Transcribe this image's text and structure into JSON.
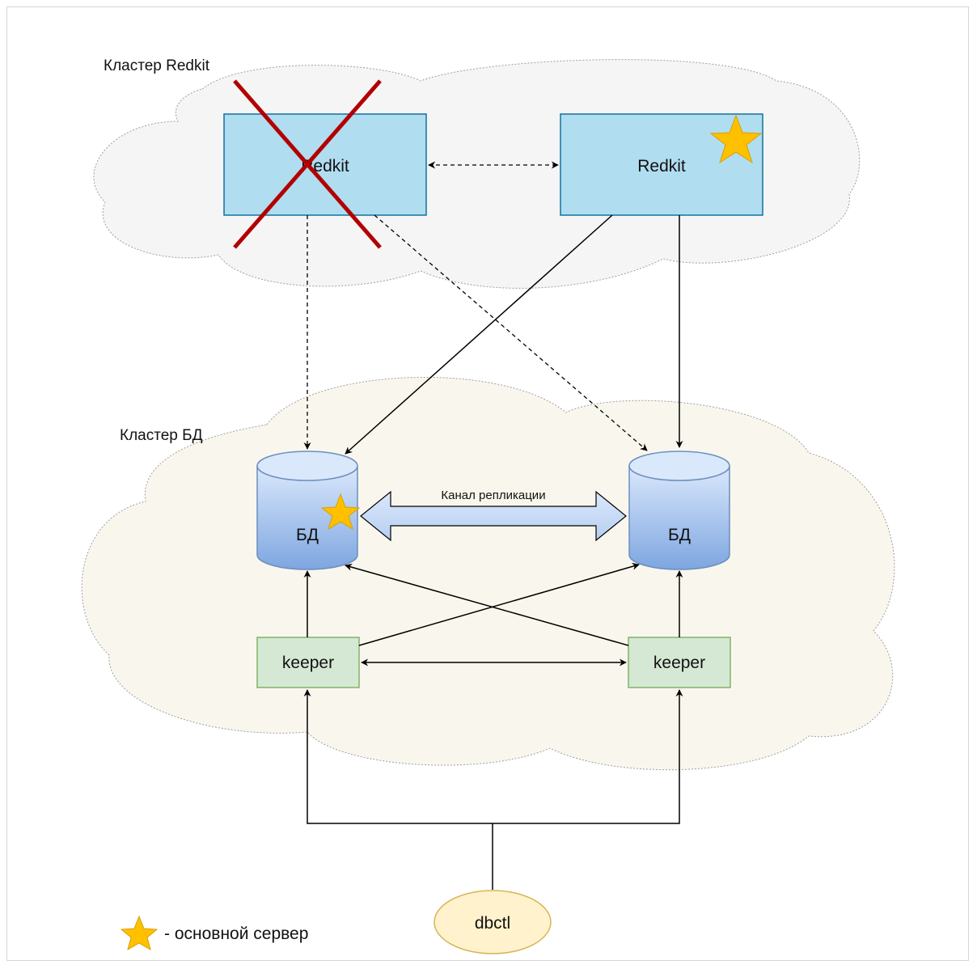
{
  "clusters": {
    "redkit_cluster_label": "Кластер Redkit",
    "db_cluster_label": "Кластер БД"
  },
  "redkit_nodes": [
    {
      "label": "Redkit",
      "failed": true,
      "primary": false
    },
    {
      "label": "Redkit",
      "failed": false,
      "primary": true
    }
  ],
  "db_nodes": [
    {
      "label": "БД",
      "primary": true
    },
    {
      "label": "БД",
      "primary": false
    }
  ],
  "replication_channel_label": "Канал репликации",
  "keepers": [
    {
      "label": "keeper"
    },
    {
      "label": "keeper"
    }
  ],
  "dbctl_label": "dbctl",
  "legend": {
    "text": "- основной сервер",
    "icon": "star-icon"
  },
  "colors": {
    "redkit_fill": "#b1ddf0",
    "redkit_stroke": "#10739e",
    "keeper_fill": "#d5e8d4",
    "keeper_stroke": "#82b366",
    "dbctl_fill": "#fff2cc",
    "dbctl_stroke": "#d6b656",
    "star_fill": "#ffc000",
    "cross_color": "#b20000",
    "redkit_cloud_fill": "#f5f5f5",
    "db_cloud_fill": "#f9f7ed"
  }
}
